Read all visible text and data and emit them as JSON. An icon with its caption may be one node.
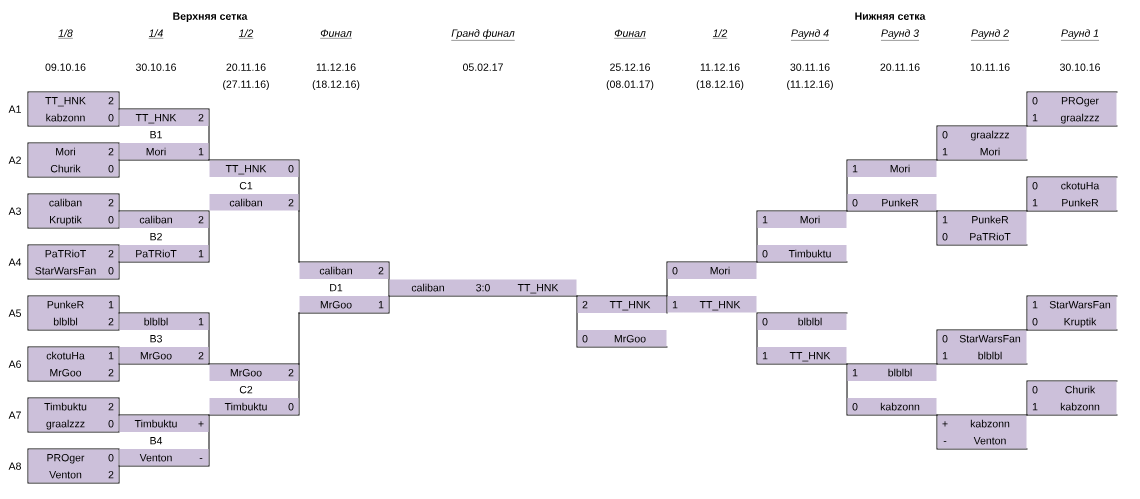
{
  "diagram": {
    "nodes": [
      {
        "text": [
          "TT_HNK",
          "2",
          "kabzonn",
          "0"
        ],
        "beside": [
          "A1"
        ]
      },
      {
        "text": [
          "Mori",
          "2",
          "Churik",
          "0"
        ],
        "beside": [
          "A2"
        ]
      },
      {
        "text": [
          "caliban",
          "2",
          "Kruptik",
          "0"
        ],
        "beside": [
          "A3"
        ]
      },
      {
        "text": [
          "PaTRioT",
          "2",
          "StarWarsFan",
          "0"
        ],
        "beside": [
          "A4"
        ]
      },
      {
        "text": [
          "PunkeR",
          "1",
          "blblbl",
          "2"
        ],
        "beside": [
          "A5"
        ]
      },
      {
        "text": [
          "ckotuHa",
          "1",
          "MrGoo",
          "2"
        ],
        "beside": [
          "A6"
        ]
      },
      {
        "text": [
          "Timbuktu",
          "2",
          "graalzzz",
          "0"
        ],
        "beside": [
          "A7"
        ]
      },
      {
        "text": [
          "PROger",
          "0",
          "Venton",
          "2"
        ],
        "beside": [
          "A8"
        ]
      },
      {
        "text": [
          "TT_HNK",
          "2",
          "B1",
          "Mori",
          "1"
        ]
      },
      {
        "text": [
          "caliban",
          "2",
          "B2",
          "PaTRioT",
          "1"
        ]
      },
      {
        "text": [
          "blblbl",
          "1",
          "B3",
          "MrGoo",
          "2"
        ]
      },
      {
        "text": [
          "Timbuktu",
          "+",
          "B4",
          "Venton",
          "-"
        ]
      },
      {
        "text": [
          "TT_HNK",
          "0",
          "C1",
          "caliban",
          "2"
        ]
      },
      {
        "text": [
          "MrGoo",
          "2",
          "C2",
          "Timbuktu",
          "0"
        ]
      },
      {
        "text": [
          "caliban",
          "2",
          "D1",
          "MrGoo",
          "1"
        ]
      },
      {
        "text": [
          "caliban",
          "3:0",
          "TT_HNK"
        ]
      },
      {
        "text": [
          "2",
          "TT_HNK",
          "0",
          "MrGoo"
        ]
      },
      {
        "text": [
          "0",
          "Mori",
          "1",
          "TT_HNK"
        ]
      },
      {
        "text": [
          "1",
          "Mori",
          "0",
          "Timbuktu"
        ]
      },
      {
        "text": [
          "0",
          "blblbl",
          "1",
          "TT_HNK"
        ]
      },
      {
        "text": [
          "1",
          "Mori",
          "0",
          "PunkeR"
        ]
      },
      {
        "text": [
          "1",
          "blblbl",
          "0",
          "kabzonn"
        ]
      },
      {
        "text": [
          "0",
          "graalzzz",
          "1",
          "Mori"
        ]
      },
      {
        "text": [
          "1",
          "PunkeR",
          "0",
          "PaTRioT"
        ]
      },
      {
        "text": [
          "0",
          "StarWarsFan",
          "1",
          "blblbl"
        ]
      },
      {
        "text": [
          "+",
          "kabzonn",
          "-",
          "Venton"
        ]
      },
      {
        "text": [
          "0",
          "PROger",
          "1",
          "graalzzz"
        ]
      },
      {
        "text": [
          "0",
          "ckotuHa",
          "1",
          "PunkeR"
        ]
      },
      {
        "text": [
          "1",
          "StarWarsFan",
          "0",
          "Kruptik"
        ]
      },
      {
        "text": [
          "0",
          "Churik",
          "1",
          "kabzonn"
        ]
      }
    ],
    "edges": [
      {
        "from": 12,
        "to": 14,
        "arrow": "none"
      },
      {
        "from": 13,
        "to": 14,
        "arrow": "none"
      }
    ],
    "labels": [
      "Верхняя сетка",
      "Нижняя сетка",
      "1/8",
      "1/4",
      "1/2",
      "Финал",
      "Гранд финал",
      "Финал",
      "1/2",
      "Раунд 4",
      "Раунд 3",
      "Раунд 2",
      "Раунд 1",
      "09.10.16",
      "30.10.16",
      "20.11.16",
      "11.12.16",
      "05.02.17",
      "25.12.16",
      "11.12.16",
      "30.11.16",
      "20.11.16",
      "10.11.16",
      "30.10.16",
      "(27.11.16)",
      "(18.12.16)",
      "(08.01.17)",
      "(18.12.16)",
      "(11.12.16)"
    ]
  }
}
